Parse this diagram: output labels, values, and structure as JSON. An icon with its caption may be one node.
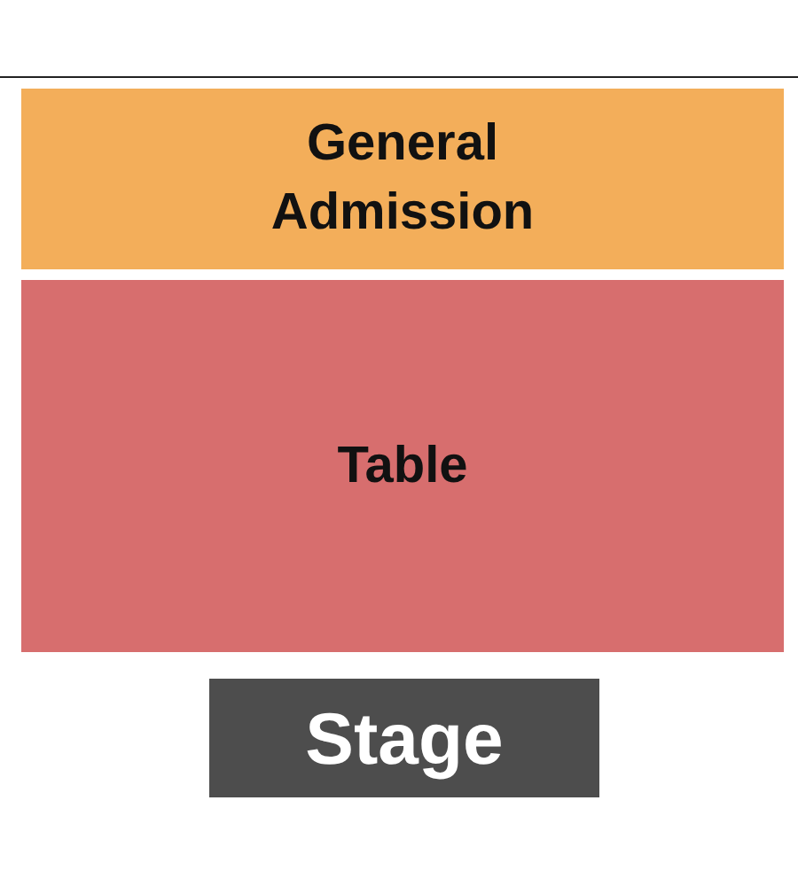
{
  "diagram": {
    "nodes": [
      {
        "text": [
          "General Admission"
        ]
      },
      {
        "text": [
          "Table"
        ]
      },
      {
        "text": [
          "Stage"
        ]
      }
    ]
  }
}
